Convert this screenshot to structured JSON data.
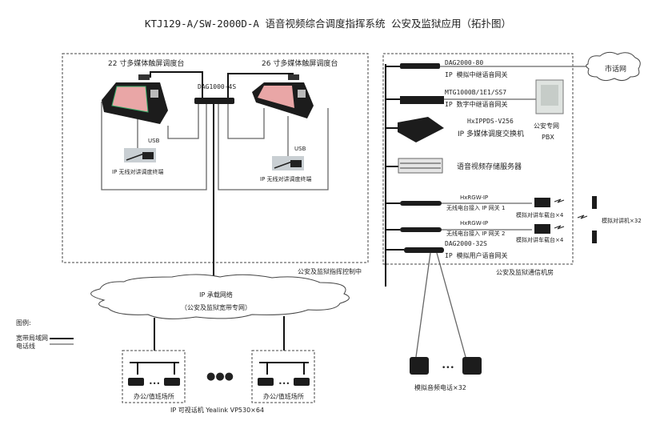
{
  "title": "KTJ129-A/SW-2000D-A 语音视频综合调度指挥系统 公安及监狱应用（拓扑图）",
  "command_center": {
    "label": "公安及监狱指挥控制中",
    "console_22": "22 寸多媒体触屏调度台",
    "console_26": "26 寸多媒体触屏调度台",
    "switch": "DAG1000-4S",
    "usb_left": "USB",
    "usb_right": "USB",
    "terminal_left": "IP 无线对讲调度终端",
    "terminal_right": "IP 无线对讲调度终端"
  },
  "equipment_room": {
    "label": "公安及监狱通信机房",
    "devices": [
      {
        "model": "DAG2000-80",
        "desc": "IP 模拟中继语音网关"
      },
      {
        "model": "MTG1000B/1E1/SS7",
        "desc": "IP 数字中继语音网关"
      },
      {
        "model": "HxIPPDS-V256",
        "desc": "IP 多媒体调度交换机"
      },
      {
        "model": "",
        "desc": "语音视频存储服务器"
      },
      {
        "model": "HxRGW-IP",
        "desc": "无线电台接入 IP 网关 1"
      },
      {
        "model": "HxRGW-IP",
        "desc": "无线电台接入 IP 网关 2"
      },
      {
        "model": "DAG2000-32S",
        "desc": "IP 模拟用户语音网关"
      }
    ],
    "pbx_line1": "公安专网",
    "pbx_line2": "PBX",
    "pstn": "市话网",
    "vehicle_radio_1": "模拟对讲车载台×4",
    "vehicle_radio_2": "模拟对讲车载台×4",
    "handheld": "模拟对讲机×32"
  },
  "network": {
    "line1": "IP 承载网络",
    "line2": "（公安及监狱宽带专网）"
  },
  "offices": {
    "office_label_1": "办公/值班场所",
    "office_label_2": "办公/值班场所",
    "phones_label": "IP 可视话机 Yealink VP530×64",
    "ellipsis": "●●●",
    "small_ellipsis": "•••"
  },
  "analog_phones": {
    "label": "模拟音频电话×32",
    "ellipsis": "•••"
  },
  "legend": {
    "title": "图例:",
    "broadband": "宽带局域网",
    "phone_line": "电话线"
  }
}
